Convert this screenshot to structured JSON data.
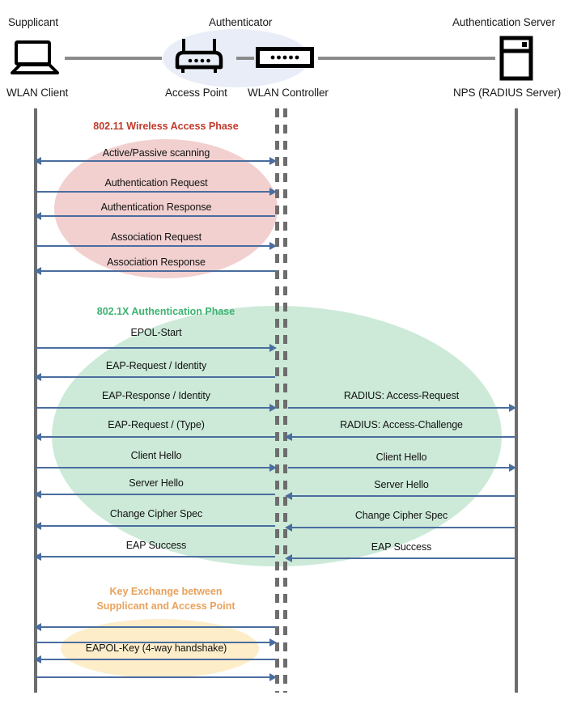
{
  "title": "802.1X / WPA2-Enterprise WLAN authentication sequence",
  "colors": {
    "arrow": "#4a6d9e",
    "lifeline": "#6d6d6d",
    "authenticator_blob": "#e8edf7",
    "phase1_fill": "#f2d0d0",
    "phase1_text": "#c0392b",
    "phase2_fill": "#cdead9",
    "phase2_text": "#3cb371",
    "phase3_fill": "#fdedc9",
    "phase3_text": "#e8a25c"
  },
  "actors": [
    {
      "role": "Supplicant",
      "device": "WLAN Client",
      "icon": "laptop-icon"
    },
    {
      "role": "Authenticator",
      "device": "Access Point",
      "icon": "wireless-router-icon"
    },
    {
      "role": "",
      "device": "WLAN Controller",
      "icon": "network-switch-icon"
    },
    {
      "role": "Authentication Server",
      "device": "NPS (RADIUS Server)",
      "icon": "server-tower-icon"
    }
  ],
  "phases": [
    {
      "id": "phase-80211",
      "label": "802.11 Wireless Access Phase",
      "label_lines": [
        "802.11 Wireless Access Phase"
      ],
      "messages": [
        {
          "text": "Active/Passive scanning",
          "from": "client",
          "to": "ap",
          "direction": "both"
        },
        {
          "text": "Authentication Request",
          "from": "client",
          "to": "ap",
          "direction": "right"
        },
        {
          "text": "Authentication Response",
          "from": "ap",
          "to": "client",
          "direction": "left"
        },
        {
          "text": "Association Request",
          "from": "client",
          "to": "ap",
          "direction": "right"
        },
        {
          "text": "Association Response",
          "from": "ap",
          "to": "client",
          "direction": "left"
        }
      ]
    },
    {
      "id": "phase-8021x",
      "label": "802.1X Authentication Phase",
      "label_lines": [
        "802.1X Authentication Phase"
      ],
      "messages": [
        {
          "text": "EPOL-Start",
          "from": "client",
          "to": "ap",
          "direction": "right"
        },
        {
          "text": "EAP-Request / Identity",
          "from": "ap",
          "to": "client",
          "direction": "left"
        },
        {
          "text": "EAP-Response / Identity",
          "from": "client",
          "to": "ap",
          "direction": "right"
        },
        {
          "text": "EAP-Request / (Type)",
          "from": "ap",
          "to": "client",
          "direction": "left"
        },
        {
          "text": "Client Hello",
          "from": "client",
          "to": "ap",
          "direction": "right"
        },
        {
          "text": "Server Hello",
          "from": "ap",
          "to": "client",
          "direction": "left"
        },
        {
          "text": "Change Cipher Spec",
          "from": "ap",
          "to": "client",
          "direction": "left"
        },
        {
          "text": "EAP Success",
          "from": "ap",
          "to": "client",
          "direction": "left"
        }
      ],
      "radius_messages": [
        {
          "text": "RADIUS: Access-Request",
          "from": "controller",
          "to": "nps",
          "direction": "right"
        },
        {
          "text": "RADIUS: Access-Challenge",
          "from": "nps",
          "to": "controller",
          "direction": "left"
        },
        {
          "text": "Client Hello",
          "from": "controller",
          "to": "nps",
          "direction": "right"
        },
        {
          "text": "Server Hello",
          "from": "nps",
          "to": "controller",
          "direction": "left"
        },
        {
          "text": "Change Cipher Spec",
          "from": "nps",
          "to": "controller",
          "direction": "left"
        },
        {
          "text": "EAP Success",
          "from": "nps",
          "to": "controller",
          "direction": "left"
        }
      ]
    },
    {
      "id": "phase-keyexchange",
      "label": "Key Exchange between Supplicant and Access Point",
      "label_lines": [
        "Key Exchange between",
        "Supplicant and Access Point"
      ],
      "messages": [
        {
          "text": "",
          "from": "ap",
          "to": "client",
          "direction": "left"
        },
        {
          "text": "",
          "from": "client",
          "to": "ap",
          "direction": "right"
        },
        {
          "text": "EAPOL-Key (4-way handshake)",
          "from": "ap",
          "to": "client",
          "direction": "left"
        },
        {
          "text": "",
          "from": "client",
          "to": "ap",
          "direction": "right"
        }
      ]
    }
  ]
}
